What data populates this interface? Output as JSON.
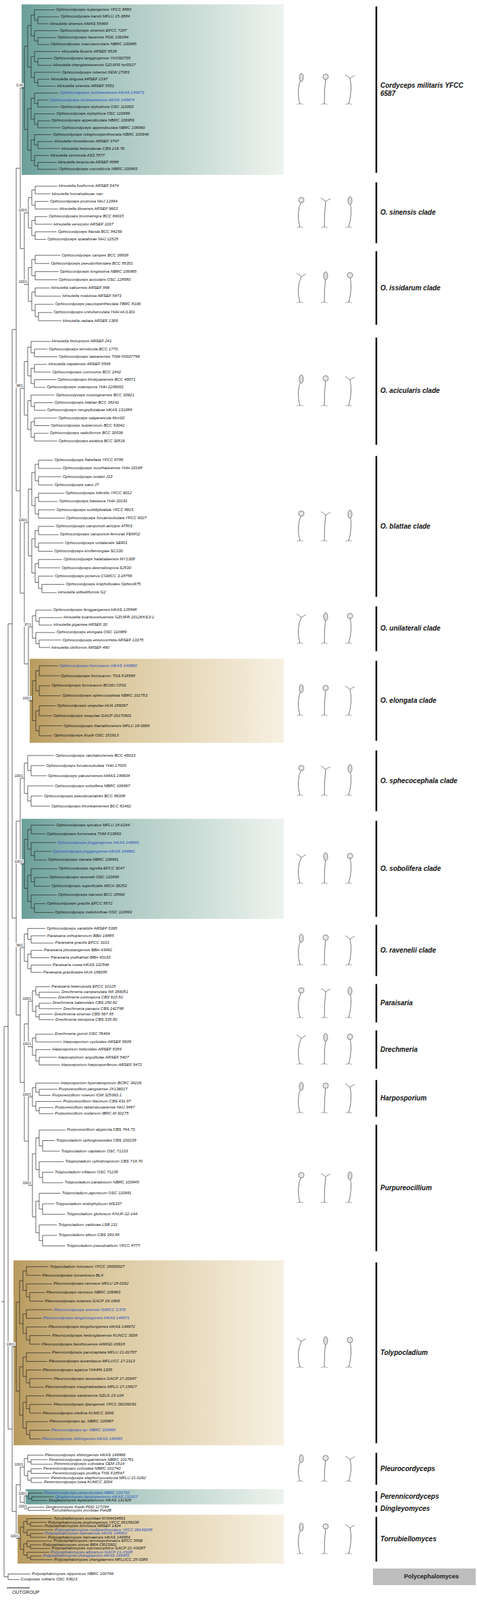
{
  "diagram": {
    "labels": [
      "Ophiocordyceps nujiangensis YFCC 8880",
      "Ophiocordyceps karstii MFLU 15-3884",
      "Hirsutella sinensis HMAS 55469",
      "Ophiocordyceps sinensis EFCC 7287",
      "Ophiocordyceps hauensis PDD 106394",
      "Ophiocordyceps macroacicularis NBRC 100685",
      "Hirsutella illustris ARSEF 5539",
      "Ophiocordyceps langgingensis YHOS0705",
      "Hirsutella changbeisanensis GZUIFR hirl0527",
      "Ophiocordyceps robertsii KEW 27083",
      "Hirsutella strigosa ARSEF 2197",
      "Hirsutella sinensis ARSEF 5551",
      "Ophiocordyceps northwestensis HKAS 149973",
      "Ophiocordyceps northwestensis HKAS 149974",
      "Ophiocordyceps stylophora OSC 111000",
      "Ophiocordyceps stylophora OSC 110999",
      "Ophiocordyceps appendiculata NBRC 106959",
      "Ophiocordyceps appendiculata NBRC 106960",
      "Ophiocordyceps rubiginosiperitheciata NBRC 100946",
      "Hirsutella rhossiliensis ARSEF 3747",
      "Hirsutella heteroderae CBS 216.76",
      "Hirsutella vermicola AS3.7877",
      "Hirsutella lecanicola ARSEF 8888",
      "Ophiocordyceps coccidiicola NBRC 100683",
      "Hirsutella fusiformis ARSEF 5474",
      "Hirsutella homalodiscae nan",
      "Ophiocordyceps pruinosa NHJ 12994",
      "Hirsutella liboensis ARSEF 9603",
      "Ophiocordyceps brunneinigra BCC 69015",
      "Hirsutella versicolor ARSEF 1037",
      "Ophiocordyceps flavida BCC 84256",
      "Ophiocordyceps spataforae NHJ 12525",
      "Ophiocordyceps campes BCC 36938",
      "Ophiocordyceps pseudorhizoidea BCC 85351",
      "Ophiocordyceps longissima NBRC 106965",
      "Ophiocordyceps acicularis OSC 128580",
      "Hirsutella saltuensis ARSEF 996",
      "Hirsutella nodulosa ARSEF 5473",
      "Ophiocordyceps paucioperitheciata TBRC 8106",
      "Ophiocordyceps unituberculata YHH HU1301",
      "Hirsutella radiata ARSEF 1369",
      "Hirsutella thompsonii ARSEF 241",
      "Ophiocordyceps termiticola BCC 1770",
      "Ophiocordyceps taiwanensis TNM F0037796",
      "Hirsutella nepalensis ARSEF 5549",
      "Ophiocordyceps communis BCC 1842",
      "Ophiocordyceps khokpasiensis BCC 48071",
      "Ophiocordyceps ovatospora YHH 2206001",
      "Ophiocordyceps mosingtoensis BCC 30921",
      "Ophiocordyceps blattae BCC 38241",
      "Ophiocordyceps neogryllotalpae HKAS 131089",
      "Ophiocordyceps salganeicola Mori02",
      "Ophiocordyceps isopterorum BCC 93042",
      "Ophiocordyceps radiciformis BCC 30536",
      "Ophiocordyceps asiatica BCC 30516",
      "Ophiocordyceps flabellata YFCC 8795",
      "Ophiocordyceps nuozhaduensis YHH 20168",
      "Ophiocordyceps ootakii J13",
      "Ophiocordyceps satoi J7",
      "Ophiocordyceps bifertilis YFCC 9012",
      "Ophiocordyceps basiasca YHH 20191",
      "Ophiocordyceps subtiliphialida YFCC 8815",
      "Ophiocordyceps furcatosubulata YFCC 9027",
      "Ophiocordyceps camponoti-atricipis ATRI3",
      "Ophiocordyceps camponoti-femorati FEMO2",
      "Ophiocordyceps unilateralis SERI1",
      "Ophiocordyceps kimflemingiae SC100",
      "Ophiocordyceps halabalaensis MY1308",
      "Ophiocordyceps desmidiospora SJ530",
      "Ophiocordyceps ponerus CGMCC 3.18756",
      "Ophiocordyceps kniphofioides Ophkni975",
      "Hirsutella stilbelliformis G2",
      "Ophiocordyceps fenggangensis HKAS 125848",
      "Hirsutella kuankuoshuiensis GZUIFR 2012KKS3-1",
      "Hirsutella gigantea ARSEF 30",
      "Ophiocordyceps elongata OSC 110989",
      "Ophiocordyceps entomorrhiza ARSEF 13375",
      "Hirsutella citriformis ARSEF 490",
      "Ophiocordyceps formicarum HKAS 149980",
      "Ophiocordyceps formicarum TNS F18565",
      "Ophiocordyceps formicarum BCMU CF01",
      "Ophiocordyceps sphecocephala NBRC 101753",
      "Ophiocordyceps vespulae HUA 186097",
      "Ophiocordyceps vespulae GACP 20170601",
      "Ophiocordyceps thanathonensis MFLU 18-0669",
      "Ophiocordyceps lloydii OSC 151913",
      "Ophiocordyceps ratchaburiensis BCC 48033",
      "Ophiocordyceps furcatosubulata YHH 17005",
      "Ophiocordyceps yakusimensis HMAS 199604",
      "Ophiocordyceps sobolifera NBRC 106967",
      "Ophiocordyceps pseudovariabilis BCC 86308",
      "Ophiocordyceps khonkaenensis BCC 81462",
      "Ophiocordyceps spicatus MFLU 18-0164",
      "Ophiocordyceps formosana TNM F13893",
      "Ophiocordyceps jinggangensis HKAS 149981",
      "Ophiocordyceps jinggangensis HKAS 149982",
      "Ophiocordyceps clavata NBRC 106961",
      "Ophiocordyceps nigrella EFCC 9247",
      "Ophiocordyceps ravenelii OSC 110995",
      "Ophiocordyceps superficialis MICH 36253",
      "Ophiocordyceps barnesii BCC 28560",
      "Ophiocordyceps gracilis EFCC 8572",
      "Ophiocordyceps melolonthae OSC 110993",
      "Ophiocordyceps variabilis ARSEF 5365",
      "Paraisaria orthopterorum BBH 16885",
      "Paraisaria gracilis EFCC 3101",
      "Paraisaria phuwiangensis BBH 43492",
      "Paraisaria yodhathaii BBH 43163",
      "Paraisaria rosea HKAS 102546",
      "Paraisaria gracilioides HUA 186095",
      "Paraisaria heteropoda EFCC 10125",
      "Drechmeria campanulata IMI 356051",
      "Drechmeria coniospora CBS 615.82",
      "Drechmeria balanoides CBS 250.82",
      "Drechmeria panacis CBS 142798",
      "Drechmeria sinense CBS 567.95",
      "Drechmeria zeospora CBS 335.80",
      "Drechmeria gunnii OSC 76404",
      "Harposporium cycloides ARSEF 5609",
      "Harposporium helicoides ARSEF 5354",
      "Harposporium anguillulae ARSEF 5407",
      "Harposporium harposporiferum ARSEF 5472",
      "Harposporium bysmatosporum BCRC 34226",
      "Purpureocillium jiangxiense JX13601T",
      "Purpureocillium roseum IOM 325363.1",
      "Purpureocillium lilacinum CBS 431.87",
      "Purpureocillium takamizusanense NHJ 3497",
      "Purpureocillium sodanum IBRC-M 30175",
      "Purpureocillium atypicola CBS 744.73",
      "Tolypocladium ophioglossoides CBS 100239",
      "Tolypocladium capitatum OSC 71233",
      "Tolypocladium cylindrosporum CBS 719.70",
      "Tolypocladium inflatum OSC 71235",
      "Tolypocladium paradoxum NBRC 100945",
      "Tolypocladium japonicum OSC 110991",
      "Tolypocladium endophyticum MS337",
      "Tolypocladium globosum KNUF-22-14A",
      "Tolypocladium valdiviae LSB 131",
      "Tolypocladium album CBS 393.89",
      "Tolypocladium pseudoalbum YFCC 877T",
      "Tolypocladium fumosum YFCC 1805002T",
      "Pleurocordyceps tomentosus BL4",
      "Pleurocordyceps ramosus MFLU 18-0162",
      "Pleurocordyceps ramosus NBRC 109983",
      "Pleurocordyceps nutansis GACP 19-1906",
      "Pleurocordyceps sinensis GIMCC 3.570",
      "Pleurocordyceps tengchongensis HKAS 149971",
      "Pleurocordyceps tengchongensis HKAS 149972",
      "Pleurocordyceps heilongtanensis KUNCC 3008",
      "Pleurocordyceps lianzhouensis HIMGD 20918",
      "Pleurocordyceps parvicapitata MFLU 21-0270T",
      "Pleurocordyceps aurantiacus MFLUCC 17-2113",
      "Pleurocordyceps agarica YHHPA 1305",
      "Pleurocordyceps lanceolatus GACP 17-2004T",
      "Pleurocordyceps marginaliradians MFLU 17-1582T",
      "Pleurocordyceps sanduensis GZLG 23-104",
      "Pleurocordyceps lijiangensis YFCC 06109293",
      "Pleurocordyceps vitellina KUMCC 3006",
      "Pleurocordyceps sp. NBRC 109987",
      "Pleurocordyceps sp. NBRC 109988",
      "Pleurocordyceps shibingensis HKAS 149965",
      "Pleurocordyceps shibingensis HKAS 149966",
      "Perennicordyceps ryogamiensis NBRC 101751",
      "Perennicordyceps cuboidea CEM 1514",
      "Perennicordyceps cuboidea NBRC 101740",
      "Perennicordyceps prolifica TNS F18547",
      "Perennicordyceps elaphomycosticola MFLU 21-0262",
      "Perennicordyceps lutea KUMCC 3004",
      "Perennicordyceps paracuboidea NBRC 101742",
      "Dingleyomyces lepidopterorum HKAS 131927",
      "Dingleyomyces lepidopterorum HKAS 131928",
      "Dingleyomyces lloydii PDD 127294",
      "Torrubiellomyces zombiae FieldB",
      "Torrubiellomyces zombiae NY04434801",
      "Polycephalomyces jinghongensis YFCC 05159238",
      "Polycephalomyces formosus ARSEF 1424",
      "Polycephalomyces multiperitheciatus YFCC 06149288",
      "Polycephalomyces baimaensis HKAS 149953",
      "Polycephalomyces baimaensis HKAS 149954",
      "Polycephalomyces ramosopulvinatus EFCC 5566",
      "Polycephalomyces onorei BRA CR23902",
      "Polycephalomyces myrmecophilus GACP 21-XS08T",
      "Polycephalomyces albiramus GACP 21-XS08",
      "Polycephalomyces changjiaensis HKAS 149955",
      "Polycephalomyces changjiaensis MFLUCC 25-0386",
      "Polycephalomyces nipponicus NBRC 100746",
      "Cordyceps militaris OSC 93623",
      "Cordyceps militaris YFCC 6587",
      "O. sinensis clade",
      "O. issidarum clade",
      "O. acicularis clade",
      "O. blattae clade",
      "O. unilaterali clade",
      "O. elongata clade",
      "O. sphecocephala clade",
      "O. sobolifera clade",
      "O. ravenelii clade",
      "Paraisaria",
      "Drechmeria",
      "Harposporium",
      "Purpureocillium",
      "Tolypocladium",
      "Pleurocordyceps",
      "Perennicordyceps",
      "Dingleyomyces",
      "Torrubiellomyces",
      "Polycephalomyces",
      "OUTGROUP",
      "0.06",
      "100/1",
      "100/1",
      "98/1",
      "100/1",
      "97/1",
      "100/1",
      "100/1",
      "100/1",
      "99/1",
      "100/1",
      "100/1",
      "100/1",
      "100/1",
      "100/1",
      "100/1",
      "100/1",
      "100/1",
      "100/1",
      "100/1"
    ]
  }
}
